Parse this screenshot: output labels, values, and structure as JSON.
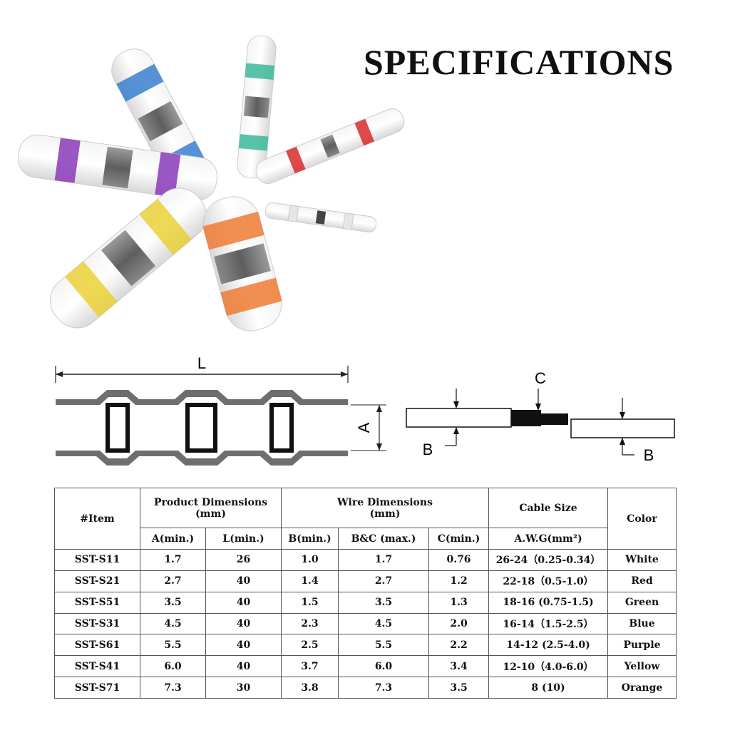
{
  "title": "SPECIFICATIONS",
  "diagram": {
    "left_labels": {
      "length": "L",
      "inner": "A"
    },
    "right_labels": {
      "top": "C",
      "bottom_left": "B",
      "bottom_right": "B"
    }
  },
  "connector_colors": {
    "blue": "#3a7fd0",
    "green": "#3cb89a",
    "red": "#d82b2b",
    "purple": "#8a3ab8",
    "yellow": "#e8cf2c",
    "orange": "#ef7a34",
    "white": "#e6e6e6",
    "metal": "#6b6b6b"
  },
  "table": {
    "headers": {
      "item": "#Item",
      "product_dimensions": "Product Dimensions",
      "product_unit": "(mm)",
      "wire_dimensions": "Wire Dimensions",
      "wire_unit": "(mm)",
      "cable_size": "Cable Size",
      "color": "Color",
      "a_min": "A(min.)",
      "l_min": "L(min.)",
      "b_min": "B(min.)",
      "bc_max": "B&C (max.)",
      "c_min": "C(min.)",
      "awg": "A.W.G(mm²)"
    },
    "rows": [
      [
        "SST-S11",
        "1.7",
        "26",
        "1.0",
        "1.7",
        "0.76",
        "26-24（0.25-0.34）",
        "White"
      ],
      [
        "SST-S21",
        "2.7",
        "40",
        "1.4",
        "2.7",
        "1.2",
        "22-18（0.5-1.0）",
        "Red"
      ],
      [
        "SST-S51",
        "3.5",
        "40",
        "1.5",
        "3.5",
        "1.3",
        "18-16 (0.75-1.5)",
        "Green"
      ],
      [
        "SST-S31",
        "4.5",
        "40",
        "2.3",
        "4.5",
        "2.0",
        "16-14（1.5-2.5）",
        "Blue"
      ],
      [
        "SST-S61",
        "5.5",
        "40",
        "2.5",
        "5.5",
        "2.2",
        "14-12 (2.5-4.0)",
        "Purple"
      ],
      [
        "SST-S41",
        "6.0",
        "40",
        "3.7",
        "6.0",
        "3.4",
        "12-10（4.0-6.0）",
        "Yellow"
      ],
      [
        "SST-S71",
        "7.3",
        "30",
        "3.8",
        "7.3",
        "3.5",
        "8 (10)",
        "Orange"
      ]
    ]
  }
}
